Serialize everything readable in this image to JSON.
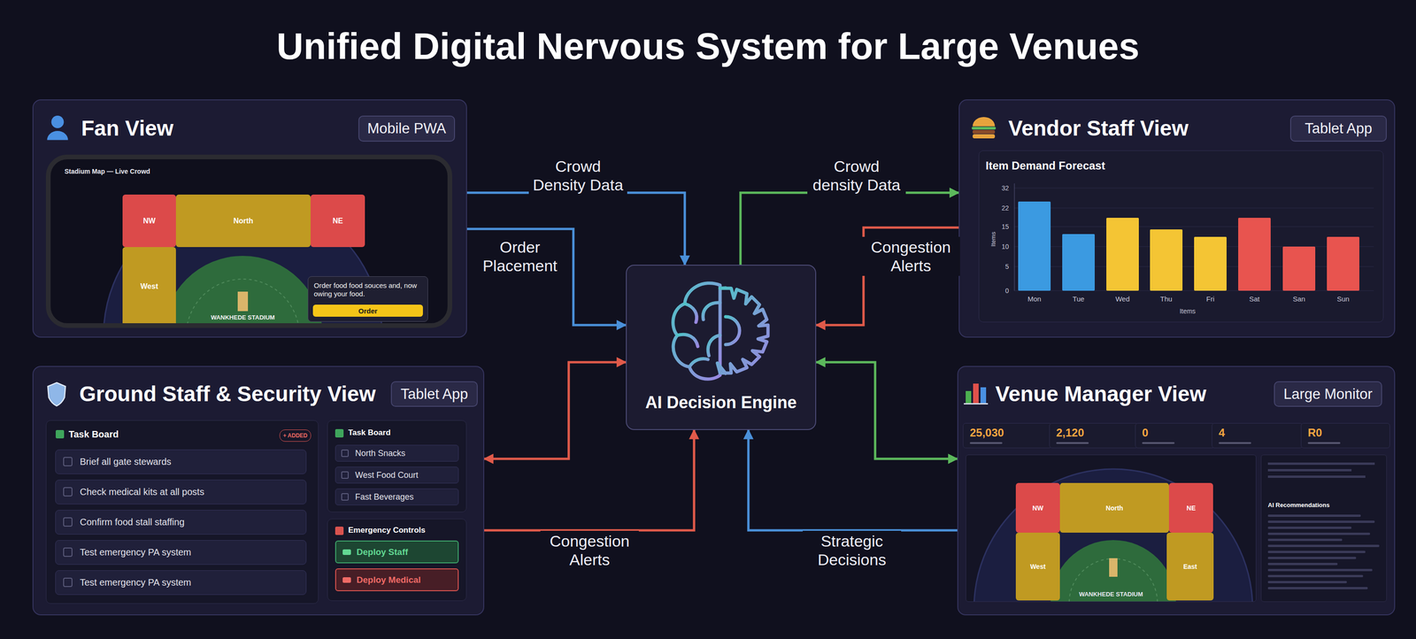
{
  "diagram": {
    "title": "Unified Digital Nervous System for Large Venues",
    "nodes": [
      {
        "text": [
          "Fan View"
        ]
      },
      {
        "text": [
          "Mobile PWA"
        ],
        "in": 0
      },
      {
        "text": [
          "Stadium Map — Live Crowd"
        ],
        "in": 0
      },
      {
        "text": [
          "NW"
        ],
        "in": 2
      },
      {
        "text": [
          "North"
        ],
        "in": 2
      },
      {
        "text": [
          "NE"
        ],
        "in": 2
      },
      {
        "text": [
          "West"
        ],
        "in": 2
      },
      {
        "text": [
          "Order food food souces and, now owing your food."
        ],
        "in": 2
      },
      {
        "text": [
          "Order"
        ],
        "in": 7
      },
      {
        "text": [
          "Vendor Staff View"
        ]
      },
      {
        "text": [
          "Tablet App"
        ],
        "in": 9
      },
      {
        "text": [
          "Item Demand Forecast"
        ],
        "in": 9
      },
      {
        "text": [
          "AI Decision Engine"
        ]
      },
      {
        "text": [
          "Ground Staff & Security View"
        ]
      },
      {
        "text": [
          "Tablet App"
        ],
        "in": 13
      },
      {
        "text": [
          "Task Board"
        ],
        "in": 13
      },
      {
        "text": [
          "+ ADDED"
        ],
        "in": 15
      },
      {
        "text": [
          "Brief all gate stewards"
        ],
        "in": 15
      },
      {
        "text": [
          "Check medical kits at all posts"
        ],
        "in": 15
      },
      {
        "text": [
          "Confirm food stall staffing"
        ],
        "in": 15
      },
      {
        "text": [
          "Test emergency PA system"
        ],
        "in": 15
      },
      {
        "text": [
          "Test emergency PA system"
        ],
        "in": 15
      },
      {
        "text": [
          "Task Board"
        ],
        "in": 13
      },
      {
        "text": [
          "North Snacks"
        ],
        "in": 22
      },
      {
        "text": [
          "West Food Court"
        ],
        "in": 22
      },
      {
        "text": [
          "Fast Beverages"
        ],
        "in": 22
      },
      {
        "text": [
          "Emergency Controls"
        ],
        "in": 13
      },
      {
        "text": [
          "Deploy Staff"
        ],
        "in": 26
      },
      {
        "text": [
          "Deploy Medical"
        ],
        "in": 26
      },
      {
        "text": [
          "Venue Manager View"
        ]
      },
      {
        "text": [
          "Large Monitor"
        ],
        "in": 29
      },
      {
        "text": [
          "25,030"
        ],
        "in": 29
      },
      {
        "text": [
          "2,120"
        ],
        "in": 29
      },
      {
        "text": [
          "0"
        ],
        "in": 29
      },
      {
        "text": [
          "4"
        ],
        "in": 29
      },
      {
        "text": [
          "R0"
        ],
        "in": 29
      },
      {
        "text": [
          "WANKHEDE STADIUM"
        ],
        "in": 29
      },
      {
        "text": [
          "NW"
        ],
        "in": 36
      },
      {
        "text": [
          "North"
        ],
        "in": 36
      },
      {
        "text": [
          "NE"
        ],
        "in": 36
      },
      {
        "text": [
          "West"
        ],
        "in": 36
      },
      {
        "text": [
          "East"
        ],
        "in": 36
      },
      {
        "text": [
          "AI Recommendations"
        ],
        "in": 29
      }
    ],
    "edges": [
      {
        "from": 0,
        "to": 12,
        "label": "Crowd Density Data",
        "arrow": "to"
      },
      {
        "from": 0,
        "to": 12,
        "label": "Order Placement",
        "arrow": "to"
      },
      {
        "from": 12,
        "to": 9,
        "label": "Crowd density Data",
        "arrow": "to"
      },
      {
        "from": 9,
        "to": 12,
        "label": "Congestion Alerts",
        "arrow": "to"
      },
      {
        "from": 13,
        "to": 12,
        "label": "Congestion Alerts",
        "arrow": "to"
      },
      {
        "from": 12,
        "to": 13,
        "arrow": "both"
      },
      {
        "from": 12,
        "to": 29,
        "arrow": "both"
      },
      {
        "from": 29,
        "to": 12,
        "label": "Strategic Decisions",
        "arrow": "to"
      }
    ],
    "labels": [
      "WANKHEDE STADIUM",
      "32",
      "22",
      "15",
      "10",
      "5",
      "0",
      "Items",
      "Mon",
      "Tue",
      "Wed",
      "Thu",
      "Fri",
      "Sat",
      "San",
      "Sun",
      "Items"
    ]
  }
}
